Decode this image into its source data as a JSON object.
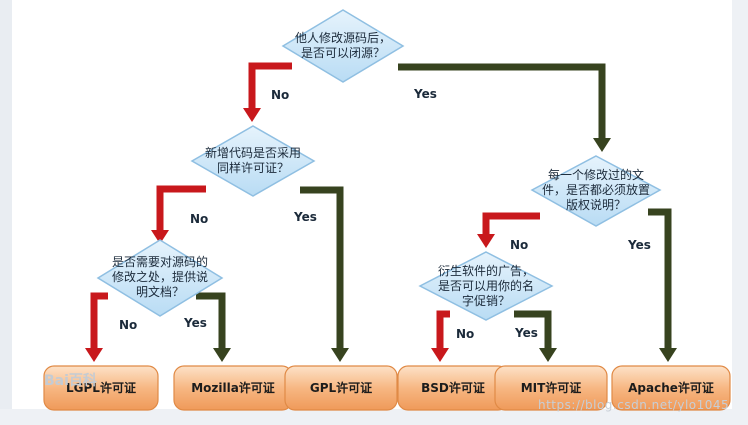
{
  "nodes": {
    "q1": "他人修改源码后，是否可以闭源？",
    "q2": "新增代码是否采用同样许可证？",
    "q3": "是否需要对源码的修改之处，提供说明文档？",
    "q4": "每一个修改过的文件，是否都必须放置版权说明？",
    "q5": "衍生软件的广告，是否可以用你的名字促销？"
  },
  "node_lines": {
    "q1": [
      "他人修改源码后，",
      "是否可以闭源？"
    ],
    "q2": [
      "新增代码是否采用",
      "同样许可证？"
    ],
    "q3": [
      "是否需要对源码的",
      "修改之处，提供说",
      "明文档？"
    ],
    "q4": [
      "每一个修改过的文",
      "件，是否都必须放置",
      "版权说明？"
    ],
    "q5": [
      "衍生软件的广告，",
      "是否可以用你的名",
      "字促销？"
    ]
  },
  "edges": {
    "q1_no": "No",
    "q1_yes": "Yes",
    "q2_no": "No",
    "q2_yes": "Yes",
    "q3_no": "No",
    "q3_yes": "Yes",
    "q4_no": "No",
    "q4_yes": "Yes",
    "q5_no": "No",
    "q5_yes": "Yes"
  },
  "leaves": {
    "lgpl": "LGPL许可证",
    "mozilla": "Mozilla许可证",
    "gpl": "GPL许可证",
    "bsd": "BSD许可证",
    "mit": "MIT许可证",
    "apache": "Apache许可证"
  },
  "watermarks": {
    "baike": "Bai百科",
    "csdn": "https://blog.csdn.net/ylo1045"
  },
  "colors": {
    "no_arrow": "#c8181c",
    "yes_arrow": "#37431f",
    "diamond_fill": "#cfe6f7",
    "leaf_fill": "#f7b783"
  }
}
